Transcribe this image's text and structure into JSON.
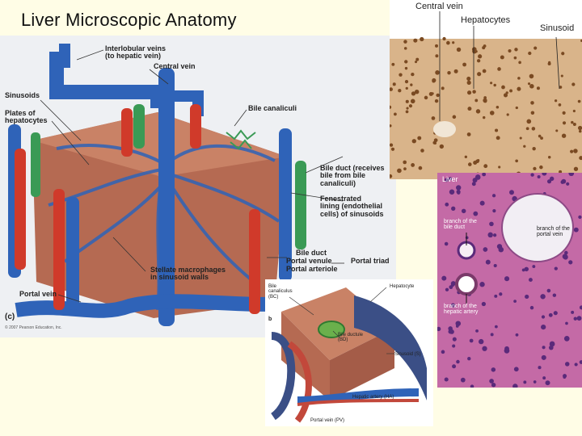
{
  "title": "Liver Microscopic Anatomy",
  "main_diagram": {
    "panel_letter": "(c)",
    "copyright": "© 2007 Pearson Education, Inc.",
    "labels": {
      "interlobular_veins": "Interlobular veins\n(to hepatic vein)",
      "central_vein": "Central vein",
      "sinusoids": "Sinusoids",
      "plates": "Plates of\nhepatocytes",
      "bile_canaliculi": "Bile canaliculi",
      "bile_duct_receives": "Bile duct (receives\nbile from bile\ncanaliculi)",
      "fenestrated": "Fenestrated\nlining (endothelial\ncells) of sinusoids",
      "bile_duct": "Bile duct",
      "portal_venule": "Portal venule",
      "portal_arteriole": "Portal arteriole",
      "portal_triad": "Portal triad",
      "stellate": "Stellate macrophages\nin sinusoid walls",
      "portal_vein": "Portal vein"
    }
  },
  "micrograph_1": {
    "labels": {
      "central_vein": "Central vein",
      "hepatocytes": "Hepatocytes",
      "sinusoid": "Sinusoid"
    }
  },
  "micrograph_2": {
    "title": "Liver",
    "labels": {
      "branch_bile_duct": "branch of the\nbile duct",
      "branch_portal_vein": "branch of the\nportal vein",
      "branch_hepatic_artery": "branch of the\nhepatic artery"
    }
  },
  "lower_diagram": {
    "panel_letter": "b",
    "labels": {
      "bile_canaliculus": "Bile\ncanaliculus\n(BC)",
      "hepatocyte": "Hepatocyte",
      "bile_ductule": "Bile ductule\n(BD)",
      "sinusoid": "Sinusoid (S)",
      "hepatic_artery": "Hepatic artery (HA)",
      "portal_vein": "Portal vein (PV)"
    }
  },
  "colors": {
    "vein": "#2f63b8",
    "artery": "#d03a2a",
    "bile": "#3a9a55",
    "tissue": "#b56a52",
    "micro_brown": "#a87444",
    "he_pink": "#c46aa6"
  }
}
